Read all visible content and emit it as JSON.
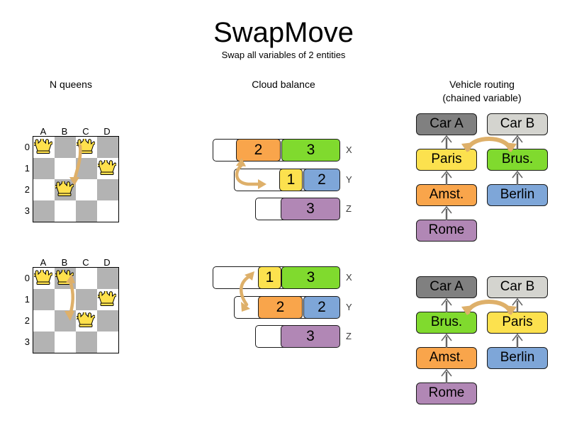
{
  "header": {
    "title": "SwapMove",
    "subtitle": "Swap all variables of 2 entities"
  },
  "columns": [
    {
      "id": "n-queens",
      "heading_line1": "N queens",
      "heading_line2": ""
    },
    {
      "id": "cloud-balance",
      "heading_line1": "Cloud balance",
      "heading_line2": ""
    },
    {
      "id": "vehicle-routing",
      "heading_line1": "Vehicle routing",
      "heading_line2": "(chained variable)"
    }
  ],
  "colors": {
    "orange": "#f9a54b",
    "green": "#80da2e",
    "yellow": "#fce14e",
    "blue": "#7ea6d8",
    "purple": "#b187b5",
    "gray_dark": "#808080",
    "gray_light": "#d4d4cf",
    "board_dark": "#b3b3b3",
    "board_light": "#ffffff",
    "arrow": "#deb06a",
    "arrow_stroke": "#c8933c",
    "queen_body": "#ffe14d",
    "queen_stroke": "#b59000",
    "link": "#666666"
  },
  "nqueens": {
    "files": [
      "A",
      "B",
      "C",
      "D"
    ],
    "ranks": [
      "0",
      "1",
      "2",
      "3"
    ],
    "before": {
      "queens": [
        {
          "file": "A",
          "rank": "0"
        },
        {
          "file": "C",
          "rank": "0"
        },
        {
          "file": "D",
          "rank": "1"
        },
        {
          "file": "B",
          "rank": "2"
        }
      ],
      "move_from": "C0",
      "move_to": "B2"
    },
    "after": {
      "queens": [
        {
          "file": "A",
          "rank": "0"
        },
        {
          "file": "B",
          "rank": "0"
        },
        {
          "file": "D",
          "rank": "1"
        },
        {
          "file": "C",
          "rank": "2"
        }
      ],
      "move_from": "B0",
      "move_to": "C2"
    }
  },
  "cloudbalance": {
    "before": {
      "rows": [
        {
          "label": "X",
          "chips": [
            {
              "value": "2",
              "color": "orange"
            },
            {
              "value": "3",
              "color": "green"
            }
          ]
        },
        {
          "label": "Y",
          "chips": [
            {
              "value": "1",
              "color": "yellow"
            },
            {
              "value": "2",
              "color": "blue"
            }
          ]
        },
        {
          "label": "Z",
          "chips": [
            {
              "value": "3",
              "color": "purple"
            }
          ]
        }
      ]
    },
    "after": {
      "rows": [
        {
          "label": "X",
          "chips": [
            {
              "value": "1",
              "color": "yellow"
            },
            {
              "value": "3",
              "color": "green"
            }
          ]
        },
        {
          "label": "Y",
          "chips": [
            {
              "value": "2",
              "color": "orange"
            },
            {
              "value": "2",
              "color": "blue"
            }
          ]
        },
        {
          "label": "Z",
          "chips": [
            {
              "value": "3",
              "color": "purple"
            }
          ]
        }
      ]
    }
  },
  "vehiclerouting": {
    "before": {
      "left_chain": [
        "Car A",
        "Paris",
        "Amst.",
        "Rome"
      ],
      "right_chain": [
        "Car B",
        "Brus.",
        "Berlin"
      ],
      "left_colors": [
        "gray_dark",
        "yellow",
        "orange",
        "purple"
      ],
      "right_colors": [
        "gray_light",
        "green",
        "blue"
      ],
      "swap": [
        "Paris",
        "Brus."
      ]
    },
    "after": {
      "left_chain": [
        "Car A",
        "Brus.",
        "Amst.",
        "Rome"
      ],
      "right_chain": [
        "Car B",
        "Paris",
        "Berlin"
      ],
      "left_colors": [
        "gray_dark",
        "green",
        "orange",
        "purple"
      ],
      "right_colors": [
        "gray_light",
        "yellow",
        "blue"
      ],
      "swap": [
        "Brus.",
        "Paris"
      ]
    }
  }
}
